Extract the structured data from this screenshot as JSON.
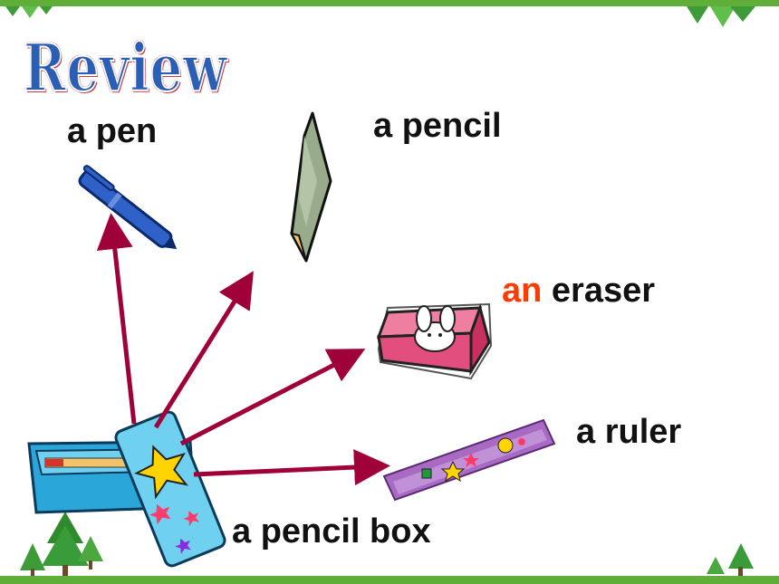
{
  "slide": {
    "heading": "Review",
    "labels": {
      "pen": "a pen",
      "pencil": "a pencil",
      "eraser_article": "an",
      "eraser_word": "eraser",
      "ruler": "a ruler",
      "pencil_box": "a pencil box"
    },
    "colors": {
      "arrow": "#a0003a",
      "accent_article": "#ff3b00",
      "theme_green": "#5fae3a"
    },
    "icons": [
      "pen-icon",
      "pencil-icon",
      "eraser-icon",
      "ruler-icon",
      "pencil-box-icon",
      "tree-icon"
    ]
  }
}
